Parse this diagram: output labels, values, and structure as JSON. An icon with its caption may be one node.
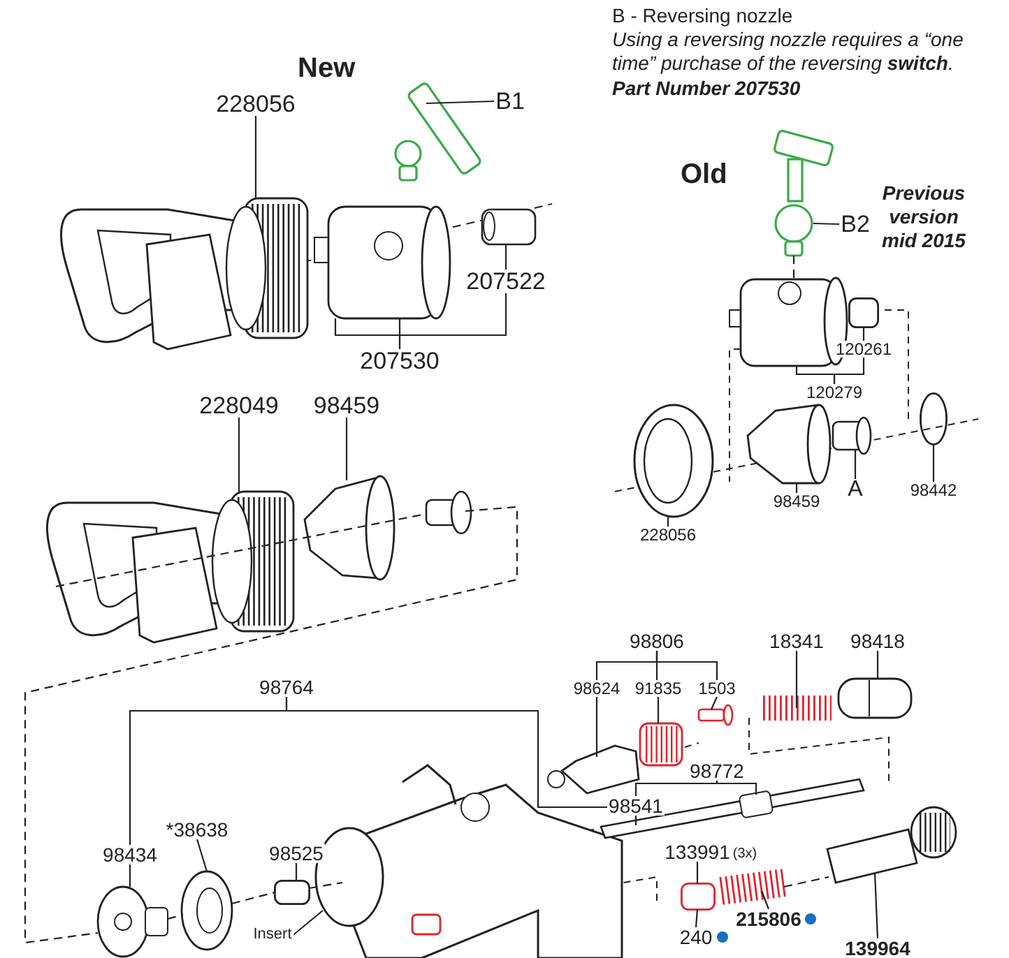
{
  "diagram": {
    "nodes": [
      {
        "text": [
          "228056"
        ]
      },
      {
        "text": [
          "B1"
        ]
      },
      {
        "text": [
          "207522"
        ]
      },
      {
        "text": [
          "207530"
        ]
      },
      {
        "text": [
          "228049"
        ]
      },
      {
        "text": [
          "98459"
        ]
      },
      {
        "text": [
          "B2"
        ]
      },
      {
        "text": [
          "120261"
        ]
      },
      {
        "text": [
          "120279"
        ]
      },
      {
        "text": [
          "228056"
        ]
      },
      {
        "text": [
          "98459"
        ]
      },
      {
        "text": [
          "A"
        ]
      },
      {
        "text": [
          "98442"
        ]
      },
      {
        "text": [
          "98764"
        ]
      },
      {
        "text": [
          "98806"
        ]
      },
      {
        "text": [
          "98624"
        ]
      },
      {
        "text": [
          "91835"
        ]
      },
      {
        "text": [
          "1503"
        ]
      },
      {
        "text": [
          "18341"
        ]
      },
      {
        "text": [
          "98418"
        ]
      },
      {
        "text": [
          "98772"
        ]
      },
      {
        "text": [
          "98541"
        ]
      },
      {
        "text": [
          "98434"
        ]
      },
      {
        "text": [
          "*38638"
        ]
      },
      {
        "text": [
          "98525"
        ]
      },
      {
        "text": [
          "Insert"
        ]
      },
      {
        "text": [
          "133991"
        ],
        "beside": [
          "(3x)"
        ]
      },
      {
        "text": [
          "240"
        ]
      },
      {
        "text": [
          "215806"
        ]
      },
      {
        "text": [
          "139964"
        ]
      },
      {
        "text": [],
        "shape": "picture"
      },
      {
        "text": [],
        "shape": "picture"
      },
      {
        "text": [],
        "shape": "picture"
      },
      {
        "text": [],
        "shape": "picture"
      },
      {
        "text": [],
        "shape": "picture"
      },
      {
        "text": [],
        "shape": "picture"
      },
      {
        "text": [],
        "shape": "picture"
      },
      {
        "text": [],
        "shape": "picture"
      },
      {
        "text": [],
        "shape": "box"
      },
      {
        "text": [],
        "shape": "picture"
      },
      {
        "text": [],
        "shape": "picture"
      },
      {
        "text": [],
        "shape": "picture"
      },
      {
        "text": [],
        "shape": "circle"
      },
      {
        "text": [],
        "shape": "picture"
      },
      {
        "text": [],
        "shape": "picture"
      },
      {
        "text": [],
        "shape": "box"
      },
      {
        "text": [],
        "shape": "picture"
      },
      {
        "text": [],
        "shape": "picture"
      },
      {
        "text": [],
        "shape": "picture"
      },
      {
        "text": [],
        "shape": "picture"
      },
      {
        "text": [],
        "shape": "picture"
      },
      {
        "text": [],
        "shape": "picture"
      },
      {
        "text": [],
        "shape": "picture"
      },
      {
        "text": [],
        "shape": "box"
      },
      {
        "text": [],
        "shape": "picture"
      },
      {
        "text": [],
        "shape": "picture"
      },
      {
        "text": [],
        "shape": "picture"
      }
    ],
    "edges": [
      {
        "from": 0,
        "to": 30,
        "arrow": "none"
      },
      {
        "from": 1,
        "to": 31,
        "arrow": "none"
      },
      {
        "from": 2,
        "to": 33,
        "arrow": "none"
      },
      {
        "from": 3,
        "to": 32,
        "arrow": "none"
      },
      {
        "from": 3,
        "to": 2,
        "arrow": "none"
      },
      {
        "from": 4,
        "to": 34,
        "arrow": "none"
      },
      {
        "from": 5,
        "to": 35,
        "arrow": "none"
      },
      {
        "from": 6,
        "to": 36,
        "arrow": "none"
      },
      {
        "from": 7,
        "to": 38,
        "arrow": "none"
      },
      {
        "from": 8,
        "to": 37,
        "arrow": "none"
      },
      {
        "from": 8,
        "to": 7,
        "arrow": "none"
      },
      {
        "from": 9,
        "to": 39,
        "arrow": "none"
      },
      {
        "from": 10,
        "to": 40,
        "arrow": "none"
      },
      {
        "from": 11,
        "to": 41,
        "arrow": "none"
      },
      {
        "from": 12,
        "to": 42,
        "arrow": "none"
      },
      {
        "from": 13,
        "to": 22,
        "arrow": "none"
      },
      {
        "from": 13,
        "to": 21,
        "arrow": "none"
      },
      {
        "from": 14,
        "to": 15,
        "arrow": "none"
      },
      {
        "from": 14,
        "to": 16,
        "arrow": "none"
      },
      {
        "from": 14,
        "to": 17,
        "arrow": "none"
      },
      {
        "from": 15,
        "to": 47,
        "arrow": "none"
      },
      {
        "from": 16,
        "to": 48,
        "arrow": "none"
      },
      {
        "from": 17,
        "to": 49,
        "arrow": "none"
      },
      {
        "from": 18,
        "to": 50,
        "arrow": "none"
      },
      {
        "from": 19,
        "to": 51,
        "arrow": "none"
      },
      {
        "from": 20,
        "to": 21,
        "arrow": "none"
      },
      {
        "from": 20,
        "to": 52,
        "arrow": "none"
      },
      {
        "from": 21,
        "to": 52,
        "arrow": "none"
      },
      {
        "from": 22,
        "to": 43,
        "arrow": "none"
      },
      {
        "from": 23,
        "to": 44,
        "arrow": "none"
      },
      {
        "from": 24,
        "to": 45,
        "arrow": "none"
      },
      {
        "from": 25,
        "to": 46,
        "arrow": "none"
      },
      {
        "from": 26,
        "to": 53,
        "arrow": "none"
      },
      {
        "from": 27,
        "to": 53,
        "arrow": "none"
      },
      {
        "from": 28,
        "to": 54,
        "arrow": "none"
      },
      {
        "from": 29,
        "to": 55,
        "arrow": "none"
      },
      {
        "from": 36,
        "to": 37,
        "arrow": "none",
        "style": "dashed"
      },
      {
        "from": 43,
        "to": 44,
        "arrow": "none",
        "style": "dashed"
      },
      {
        "from": 44,
        "to": 45,
        "arrow": "none",
        "style": "dashed"
      },
      {
        "from": 45,
        "to": 46,
        "arrow": "none",
        "style": "dashed"
      },
      {
        "from": 54,
        "to": 55,
        "arrow": "none",
        "style": "dashed"
      },
      {
        "from": 56,
        "to": 43,
        "arrow": "none",
        "style": "dashed"
      },
      {
        "from": 34,
        "to": 56,
        "arrow": "none",
        "style": "dashed"
      }
    ],
    "labels": [
      "B - Reversing nozzle",
      "Using a reversing nozzle requires a “one time” purchase of the reversing **switch**.",
      "Part Number 207530",
      "New",
      "Old",
      "Previous version mid 2015"
    ]
  }
}
